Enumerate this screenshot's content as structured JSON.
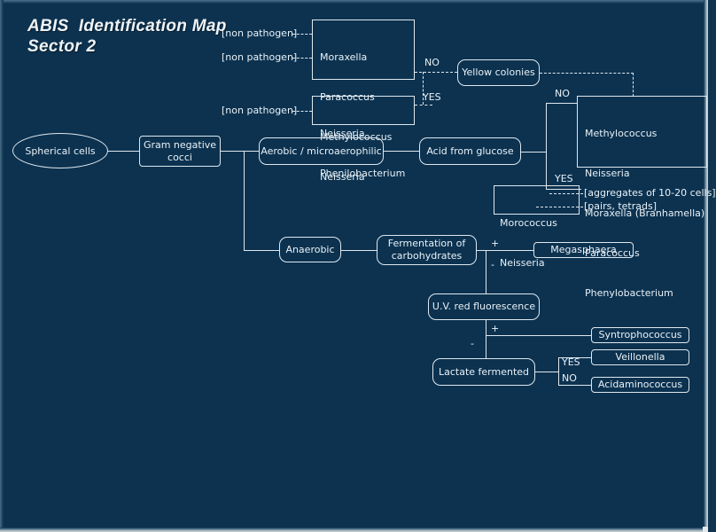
{
  "document": {
    "title_line1": "ABIS  Identification Map",
    "title_line2": "Sector 2"
  },
  "nodes": {
    "start": "Spherical cells",
    "gram_negative_cocci": "Gram negative\ncocci",
    "aerobic": "Aerobic / microaerophilic",
    "acid_from_glucose": "Acid from glucose",
    "yellow_colonies": "Yellow colonies",
    "anaerobic": "Anaerobic",
    "fermentation": "Fermentation of\ncarbohydrates",
    "uv_red_fluorescence": "U.V. red fluorescence",
    "lactate_fermented": "Lactate fermented",
    "megasphaera": "Megasphaera",
    "syntrophococcus": "Syntrophococcus",
    "veillonella": "Veillonella",
    "acidaminococcus": "Acidaminococcus"
  },
  "lists": {
    "non_pathogen_group_a": [
      "Moraxella",
      "Paracoccus",
      "Methylococcus",
      "Neisseria"
    ],
    "non_pathogen_group_b": [
      "Neisseria",
      "Phenilobacterium"
    ],
    "yellow_no_group": [
      "Methylococcus",
      "Neisseria",
      "Moraxella (Branhamella)",
      "Paracoccus",
      "Phenylobacterium"
    ],
    "yes_group": [
      "Morococcus",
      "Neisseria"
    ]
  },
  "annotations": {
    "non_pathogen_1": "[non pathogen]",
    "non_pathogen_2": "[non pathogen]",
    "non_pathogen_3": "[non pathogen]",
    "aggregates": "[aggregates of 10-20 cells]",
    "pairs_tetrads": "[pairs, tetrads]"
  },
  "edge_labels": {
    "no_1": "NO",
    "yes_1": "YES",
    "no_2": "NO",
    "yes_2": "YES",
    "plus_1": "+",
    "minus_1": "-",
    "plus_2": "+",
    "minus_2": "-",
    "yes_3": "YES",
    "no_3": "NO"
  },
  "colors": {
    "background": "#0c3250",
    "stroke": "#dfe8ee",
    "text": "#e9f1f6",
    "frame": "#cfd6da"
  }
}
